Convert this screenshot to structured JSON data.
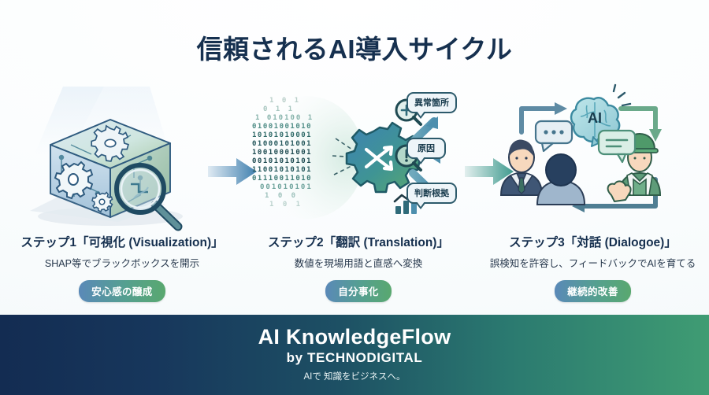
{
  "title": "信頼されるAI導入サイクル",
  "background_color": "#fbfdfe",
  "accent_colors": {
    "title_navy": "#16304f",
    "badge_gradient_start": "#5a89b8",
    "badge_gradient_end": "#59a86f",
    "footer_gradient_start": "#132c52",
    "footer_gradient_end": "#3f9c73",
    "arrow_blue": "#4a85b5",
    "arrow_teal": "#3f9a8e"
  },
  "steps": [
    {
      "id": "step-1",
      "title": "ステップ1「可視化 (Visualization)」",
      "subtitle": "SHAP等でブラックボックスを開示",
      "badge": "安心感の醸成",
      "illustration": "glass-cube-with-gears-and-magnifier"
    },
    {
      "id": "step-2",
      "title": "ステップ2「翻訳 (Translation)」",
      "subtitle": "数値を現場用語と直感へ変換",
      "badge": "自分事化",
      "illustration": "binary-stream-into-gear-with-output-bubbles"
    },
    {
      "id": "step-3",
      "title": "ステップ3「対話 (Dialogoe)」",
      "subtitle": "誤検知を許容し、フィードバックでAIを育てる",
      "badge": "継続的改善",
      "illustration": "people-and-ai-brain-feedback-loop"
    }
  ],
  "panel2": {
    "binary_rows": [
      "1      0      1",
      "0 1      1",
      "1   010100   1",
      "01001001010",
      "10101010001",
      "01000101001",
      "10010001001",
      "00101010101",
      "11001010101",
      "01110011010",
      "001010101",
      "1    0    0",
      "1   0   1"
    ],
    "gear_icon": "shuffle-gear-icon",
    "outputs": [
      {
        "icon": "magnifier-plus-icon",
        "bubble": "異常箇所"
      },
      {
        "icon": "magnifier-alert-icon",
        "bubble": "原因"
      },
      {
        "icon": "bar-chart-trend-icon",
        "bubble": "判断根拠"
      }
    ]
  },
  "panel3": {
    "brain_label": "AI",
    "people": [
      "businessman",
      "person-back-view",
      "field-worker-with-helmet"
    ],
    "speech_bubbles": [
      "dots-bubble",
      "lines-bubble"
    ]
  },
  "footer": {
    "brand": "AI KnowledgeFlow",
    "by": "by TECHNODIGITAL",
    "tagline": "AIで 知識をビジネスへ。"
  }
}
